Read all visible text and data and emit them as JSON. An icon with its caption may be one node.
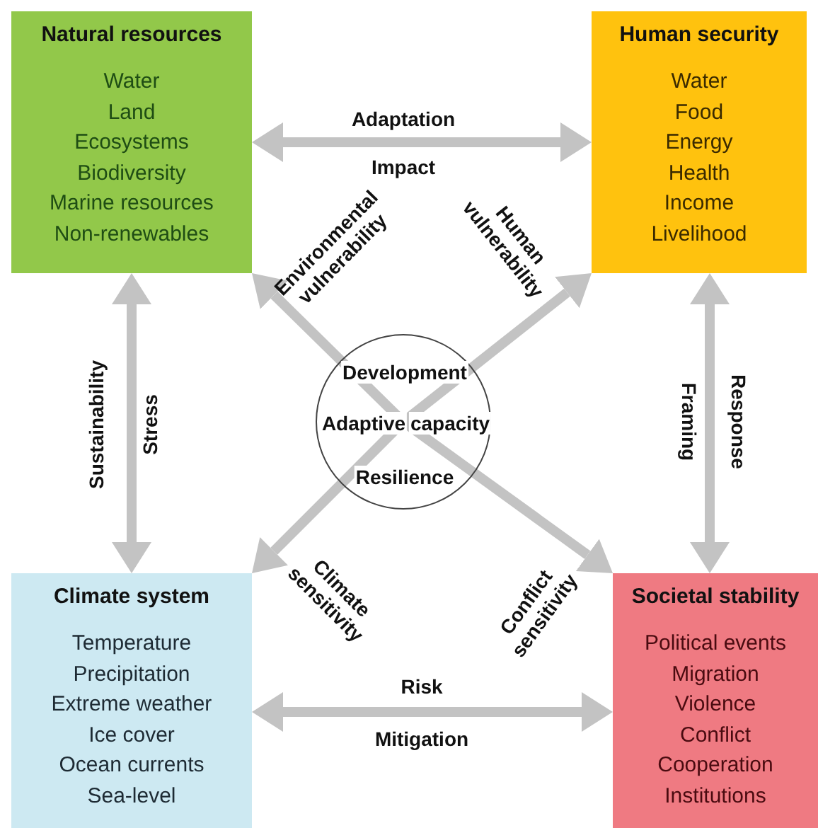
{
  "diagram": {
    "nodes": [
      {
        "text": [
          "Natural resources",
          "Water",
          "Land",
          "Ecosystems",
          "Biodiversity",
          "Marine resources",
          "Non-renewables"
        ]
      },
      {
        "text": [
          "Human security",
          "Water",
          "Food",
          "Energy",
          "Health",
          "Income",
          "Livelihood"
        ]
      },
      {
        "text": [
          "Climate system",
          "Temperature",
          "Precipitation",
          "Extreme weather",
          "Ice cover",
          "Ocean currents",
          "Sea-level"
        ]
      },
      {
        "text": [
          "Societal stability",
          "Political events",
          "Migration",
          "Violence",
          "Conflict",
          "Cooperation",
          "Institutions"
        ]
      },
      {
        "text": [
          "Development",
          "Adaptive",
          "capacity",
          "Resilience"
        ]
      }
    ],
    "edges": [
      {
        "from": 0,
        "to": 1,
        "arrow": "both",
        "label": "Adaptation"
      },
      {
        "from": 0,
        "to": 2,
        "arrow": "both",
        "label": "Sustainability"
      },
      {
        "from": 1,
        "to": 3,
        "arrow": "both",
        "label": "Response"
      },
      {
        "from": 2,
        "to": 3,
        "arrow": "both",
        "label": "Risk"
      },
      {
        "from": 4,
        "to": 0,
        "arrow": "to",
        "label": "Environmental vulnerability"
      },
      {
        "from": 4,
        "to": 1,
        "arrow": "to",
        "label": "Human vulnerability"
      },
      {
        "from": 4,
        "to": 2,
        "arrow": "to",
        "label": "Climate sensitivity"
      },
      {
        "from": 4,
        "to": 3,
        "arrow": "to",
        "label": "Conflict sensitivity"
      }
    ],
    "labels": [
      "Impact",
      "Stress",
      "Framing",
      "Mitigation"
    ]
  }
}
